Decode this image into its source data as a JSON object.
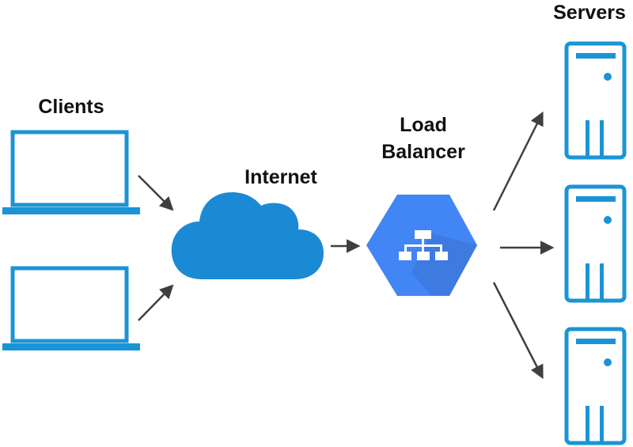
{
  "labels": {
    "clients": "Clients",
    "internet": "Internet",
    "load_balancer_line1": "Load",
    "load_balancer_line2": "Balancer",
    "servers": "Servers"
  },
  "colors": {
    "device_stroke": "#1a94d6",
    "cloud_fill": "#1a8ad4",
    "hexagon_fill": "#4285f4",
    "hexagon_shadow": "#3b73d1",
    "arrow": "#3f3f3f"
  },
  "icons": {
    "client": "laptop-icon",
    "internet": "cloud-icon",
    "load_balancer": "load-balancer-hexagon-icon",
    "server": "server-tower-icon"
  }
}
